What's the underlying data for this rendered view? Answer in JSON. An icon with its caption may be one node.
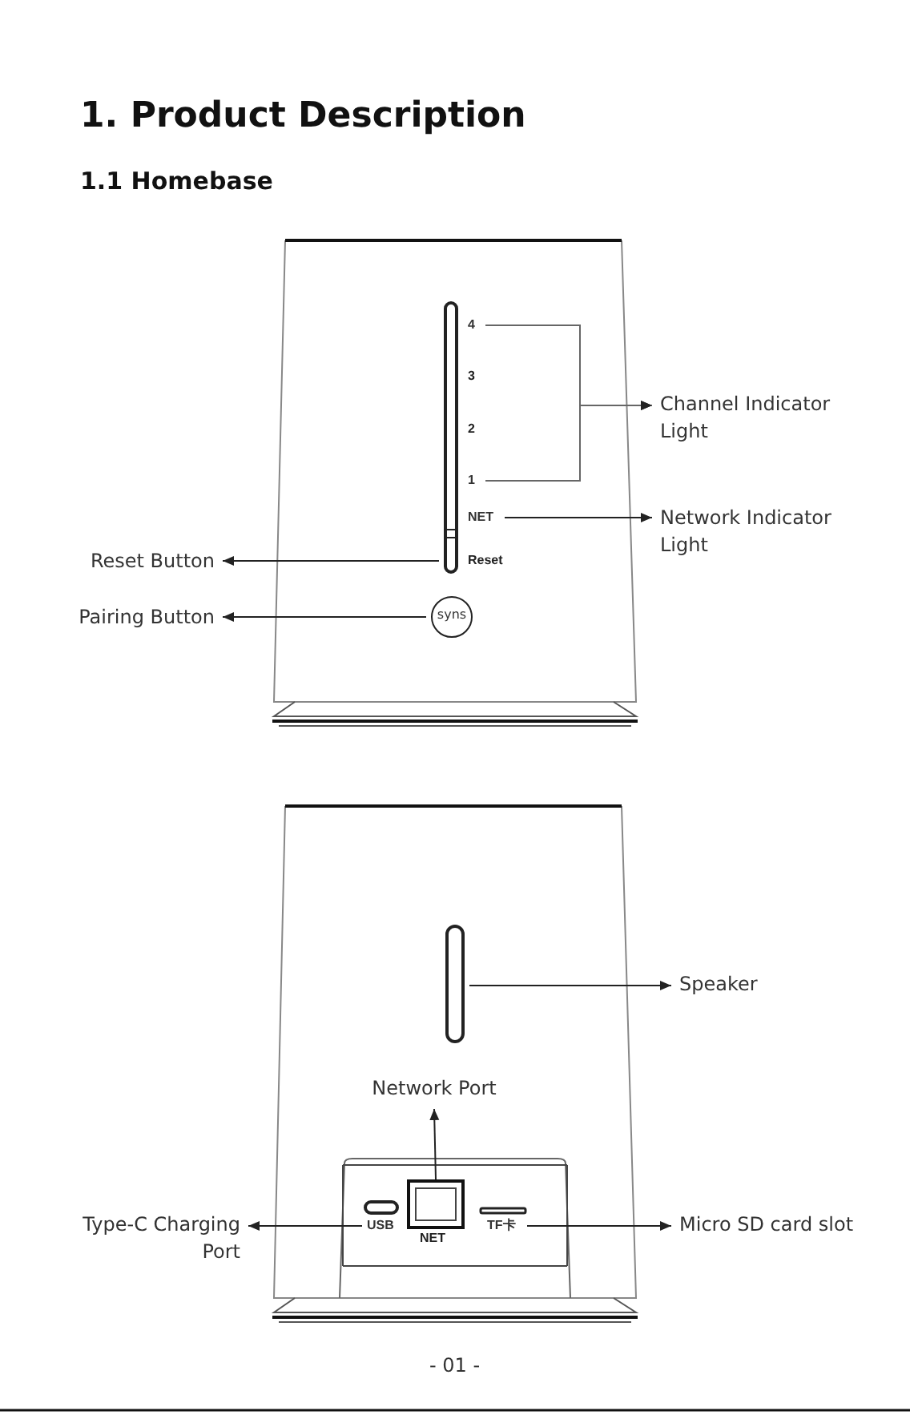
{
  "diagram": {
    "title": "1. Product Description",
    "nodes": [
      {
        "text": [
          "Channel Indicator Light"
        ]
      },
      {
        "text": [
          "Network Indicator Light"
        ]
      },
      {
        "text": [
          "Reset Button"
        ]
      },
      {
        "text": [
          "Pairing Button"
        ]
      },
      {
        "text": [
          "Speaker"
        ]
      },
      {
        "text": [
          "Network Port"
        ]
      },
      {
        "text": [
          "Type-C Charging Port"
        ]
      },
      {
        "text": [
          "Micro SD card slot"
        ]
      },
      {
        "text": [
          "4"
        ]
      },
      {
        "text": [
          "1"
        ]
      },
      {
        "text": [
          "NET"
        ]
      },
      {
        "text": [],
        "shape": "bar"
      },
      {
        "text": [
          "syns"
        ]
      },
      {
        "text": [],
        "shape": "bar"
      },
      {
        "text": [],
        "shape": "box"
      },
      {
        "text": [
          "USB"
        ]
      },
      {
        "text": [
          "TF卡"
        ]
      }
    ],
    "edges": [
      {
        "from": 8,
        "to": 0,
        "arrow": "to"
      },
      {
        "from": 9,
        "to": 0,
        "arrow": "to"
      },
      {
        "from": 10,
        "to": 1,
        "arrow": "to"
      },
      {
        "from": 11,
        "to": 2,
        "arrow": "to"
      },
      {
        "from": 12,
        "to": 3,
        "arrow": "to"
      },
      {
        "from": 13,
        "to": 4,
        "arrow": "to"
      },
      {
        "from": 14,
        "to": 5,
        "arrow": "to"
      },
      {
        "from": 15,
        "to": 6,
        "arrow": "to"
      },
      {
        "from": 16,
        "to": 7,
        "arrow": "to"
      }
    ],
    "labels": [
      "1.1 Homebase",
      "3",
      "2",
      "Reset",
      "NET",
      "- 01 -"
    ]
  }
}
